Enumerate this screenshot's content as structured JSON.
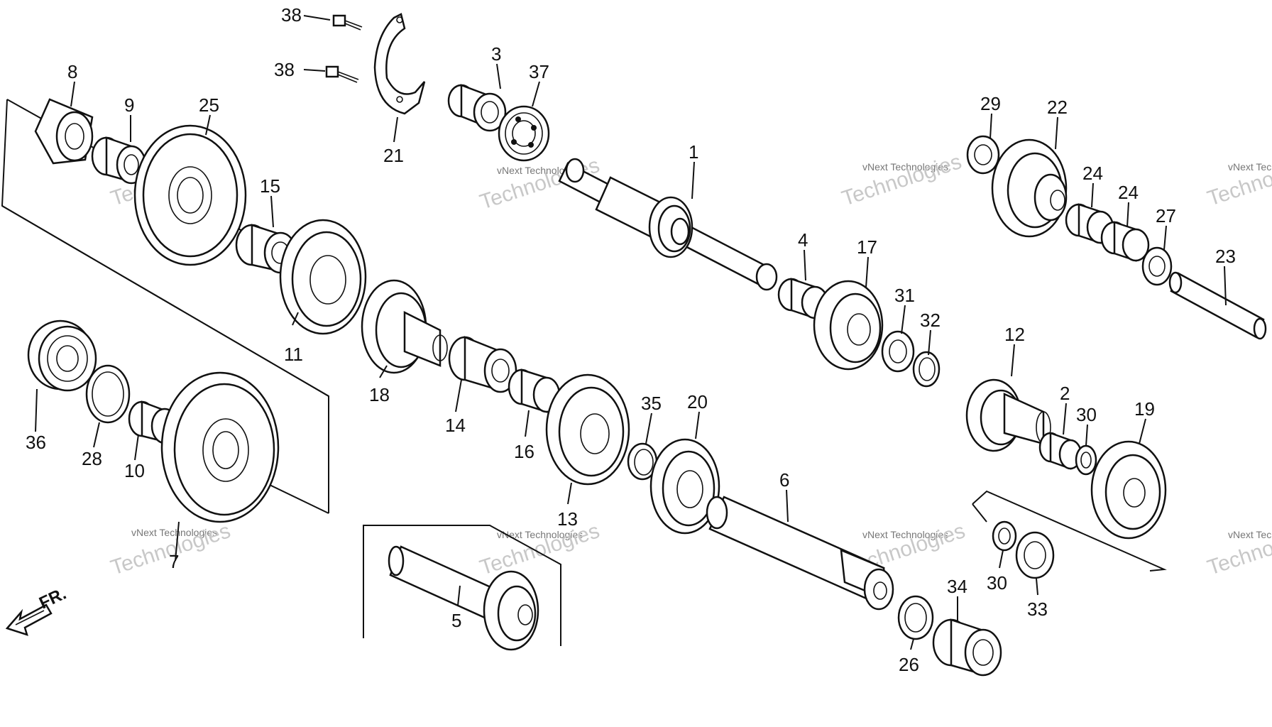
{
  "labels": {
    "p1": "1",
    "p2": "2",
    "p3": "3",
    "p4": "4",
    "p5": "5",
    "p6": "6",
    "p7": "7",
    "p8": "8",
    "p9": "9",
    "p10": "10",
    "p11": "11",
    "p12": "12",
    "p13": "13",
    "p14": "14",
    "p15": "15",
    "p16": "16",
    "p17": "17",
    "p18": "18",
    "p19": "19",
    "p20": "20",
    "p21": "21",
    "p22": "22",
    "p23": "23",
    "p24a": "24",
    "p24b": "24",
    "p25": "25",
    "p26": "26",
    "p27": "27",
    "p28": "28",
    "p29": "29",
    "p30a": "30",
    "p30b": "30",
    "p31": "31",
    "p32": "32",
    "p33": "33",
    "p34": "34",
    "p35": "35",
    "p36": "36",
    "p37": "37",
    "p38a": "38",
    "p38b": "38"
  },
  "direction": "FR.",
  "watermark": {
    "brand": "vNext Technologies",
    "big": "Technologies",
    "big_prefix": "vNext"
  }
}
